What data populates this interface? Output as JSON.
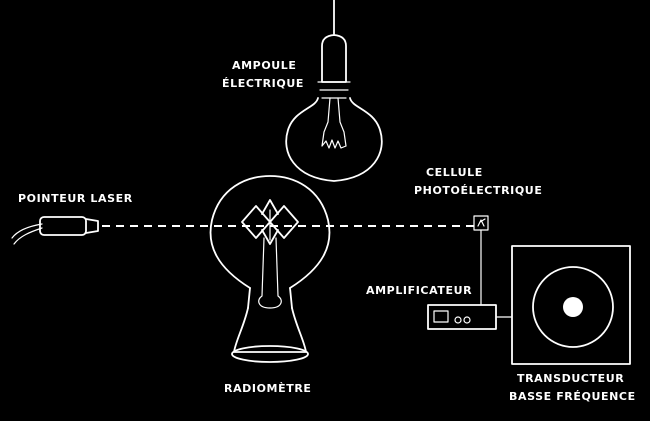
{
  "labels": {
    "bulb_line1": "AMPOULE",
    "bulb_line2": "ÉLECTRIQUE",
    "laser": "POINTEUR LASER",
    "cell_line1": "CELLULE",
    "cell_line2": "PHOTOÉLECTRIQUE",
    "amplifier": "AMPLIFICATEUR",
    "radiometer": "RADIOMÈTRE",
    "transducer_line1": "TRANSDUCTEUR",
    "transducer_line2": "BASSE FRÉQUENCE"
  },
  "colors": {
    "background": "#000000",
    "ink": "#ffffff"
  }
}
